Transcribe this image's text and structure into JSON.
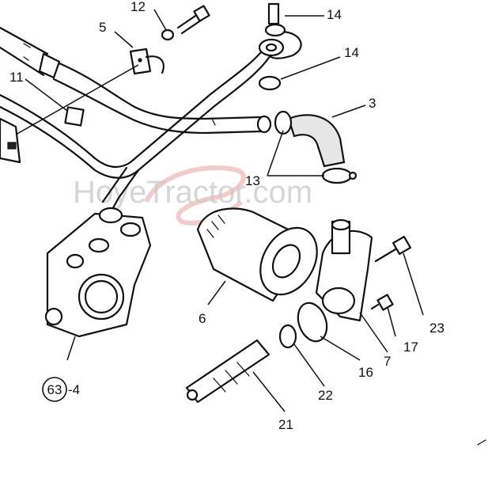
{
  "watermark": {
    "text": "HoyeTractor.com",
    "color": "#c9c9c9",
    "logo_color": "#e8a0a0"
  },
  "callouts": {
    "c12": "12",
    "c5": "5",
    "c14a": "14",
    "c14b": "14",
    "c11": "11",
    "c3": "3",
    "c13": "13",
    "c6": "6",
    "c23": "23",
    "c17": "17",
    "c7": "7",
    "c16": "16",
    "c22": "22",
    "c21": "21",
    "ref_circle": "63",
    "ref_suffix": "-4"
  }
}
